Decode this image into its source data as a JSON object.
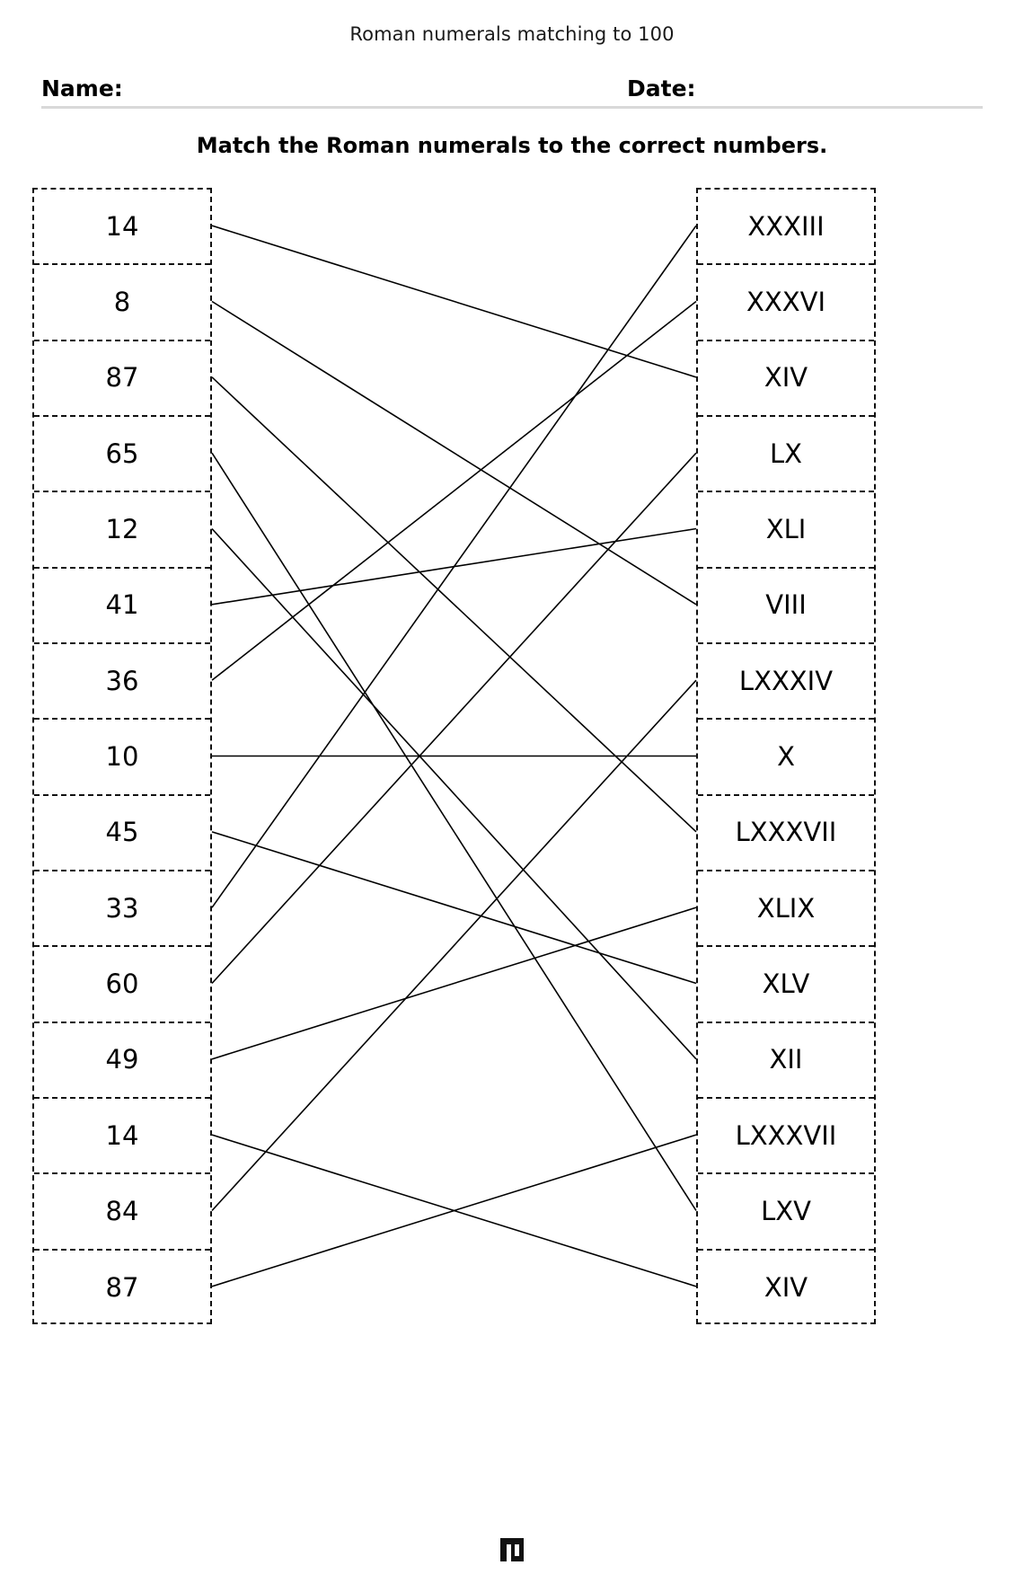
{
  "header": {
    "title": "Roman numerals matching to 100",
    "name_label": "Name:",
    "date_label": "Date:",
    "instructions": "Match the Roman numerals to the correct numbers."
  },
  "footer": {
    "logo_icon": "mathworksheets-logo-icon"
  },
  "matching": {
    "left_column_name": "numbers-column",
    "right_column_name": "roman-numerals-column",
    "numbers": [
      "14",
      "8",
      "87",
      "65",
      "12",
      "41",
      "36",
      "10",
      "45",
      "33",
      "60",
      "49",
      "14",
      "84",
      "87"
    ],
    "romans": [
      "XXXIII",
      "XXXVI",
      "XIV",
      "LX",
      "XLI",
      "VIII",
      "LXXXIV",
      "X",
      "LXXXVII",
      "XLIX",
      "XLV",
      "XII",
      "LXXXVII",
      "LXV",
      "XIV"
    ],
    "connections": [
      {
        "from": 0,
        "to": 2
      },
      {
        "from": 1,
        "to": 5
      },
      {
        "from": 2,
        "to": 8
      },
      {
        "from": 3,
        "to": 13
      },
      {
        "from": 4,
        "to": 11
      },
      {
        "from": 5,
        "to": 4
      },
      {
        "from": 6,
        "to": 1
      },
      {
        "from": 7,
        "to": 7
      },
      {
        "from": 8,
        "to": 10
      },
      {
        "from": 9,
        "to": 0
      },
      {
        "from": 10,
        "to": 3
      },
      {
        "from": 11,
        "to": 9
      },
      {
        "from": 12,
        "to": 14
      },
      {
        "from": 13,
        "to": 6
      },
      {
        "from": 14,
        "to": 12
      }
    ]
  },
  "colors": {
    "ink": "#000000",
    "rule": "#d9d9d9",
    "border": "#111111"
  }
}
